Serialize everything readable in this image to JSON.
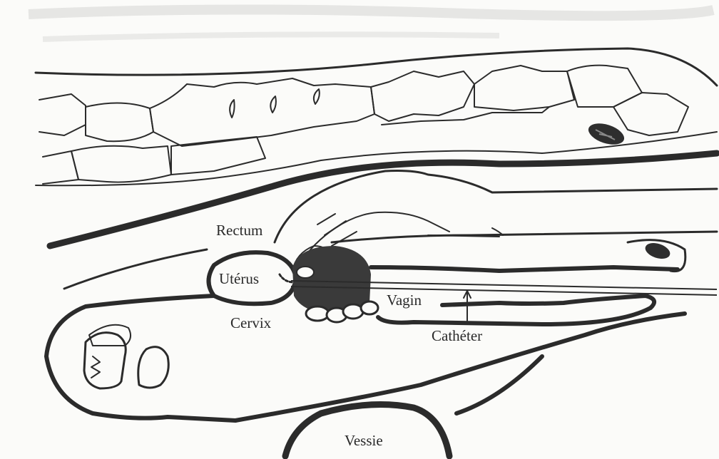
{
  "labels": {
    "rectum": "Rectum",
    "uterus": "Utérus",
    "cervix": "Cervix",
    "vagin": "Vagin",
    "catheter": "Cathéter",
    "vessie": "Vessie"
  },
  "colors": {
    "ink": "#2b2b2b",
    "paper": "#fbfbf9",
    "cervix_fill": "#3a3a3a"
  }
}
